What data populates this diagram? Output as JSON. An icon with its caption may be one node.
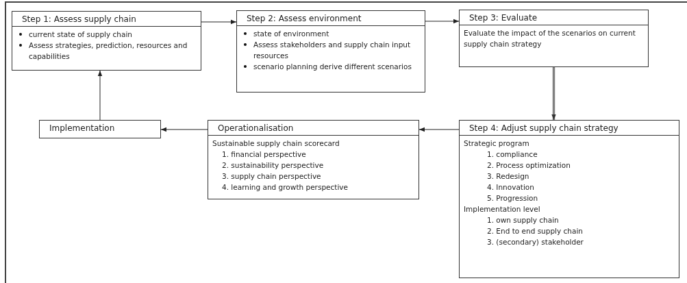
{
  "diagram": {
    "nodes": [
      {
        "text": [
          "Step 1: Assess supply chain",
          "current state of supply chain",
          "Assess strategies, prediction, resources and capabilities"
        ]
      },
      {
        "text": [
          "Step 2: Assess environment",
          "state of environment",
          "Assess stakeholders and supply chain input resources",
          "scenario planning derive different scenarios"
        ]
      },
      {
        "text": [
          "Step 3: Evaluate",
          "Evaluate the impact of the scenarios on current supply chain strategy"
        ]
      },
      {
        "text": [
          "Step 4: Adjust supply chain strategy",
          "Strategic program",
          "1. compliance",
          "2. Process optimization",
          "3. Redesign",
          "4. Innovation",
          "5. Progression",
          "Implementation level",
          "1. own supply chain",
          "2. End to end supply chain",
          "3. (secondary) stakeholder"
        ]
      },
      {
        "text": [
          "Operationalisation",
          "Sustainable supply chain scorecard",
          "1. financial perspective",
          "2. sustainability perspective",
          "3. supply chain perspective",
          "4. learning and growth perspective"
        ]
      },
      {
        "text": [
          "Implementation"
        ]
      }
    ],
    "edges": [
      {
        "from": 0,
        "to": 1,
        "arrow": "to"
      },
      {
        "from": 1,
        "to": 2,
        "arrow": "to"
      },
      {
        "from": 2,
        "to": 3,
        "arrow": "to",
        "style": "thick",
        "color": "#808080"
      },
      {
        "from": 3,
        "to": 4,
        "arrow": "to"
      },
      {
        "from": 4,
        "to": 5,
        "arrow": "to"
      },
      {
        "from": 5,
        "to": 0,
        "arrow": "to"
      }
    ]
  }
}
